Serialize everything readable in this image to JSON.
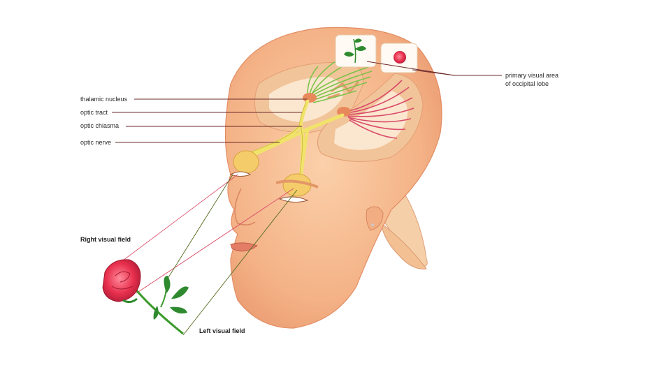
{
  "labels": {
    "thalamic_nucleus": "thalamic nucleus",
    "optic_tract": "optic tract",
    "optic_chiasma": "optic chiasma",
    "optic_nerve": "optic nerve",
    "primary_visual_area_line1": "primary visual area",
    "primary_visual_area_line2": "of occipital lobe",
    "right_visual_field": "Right visual field",
    "left_visual_field": "Left visual field"
  },
  "colors": {
    "skin": "#f6b98c",
    "skin_dark": "#e8946a",
    "brain_cortex": "#f2c49a",
    "brain_white": "#fbe7cf",
    "left_field_pathway": "#7cc24a",
    "right_field_pathway": "#d94b6a",
    "optic_pathway": "#f1e36a",
    "rose": "#e8304e",
    "leaf": "#2f8a2f",
    "leader_line": "#6b2a2a"
  },
  "icons": [
    "rose-image",
    "leaf-stem-image"
  ]
}
